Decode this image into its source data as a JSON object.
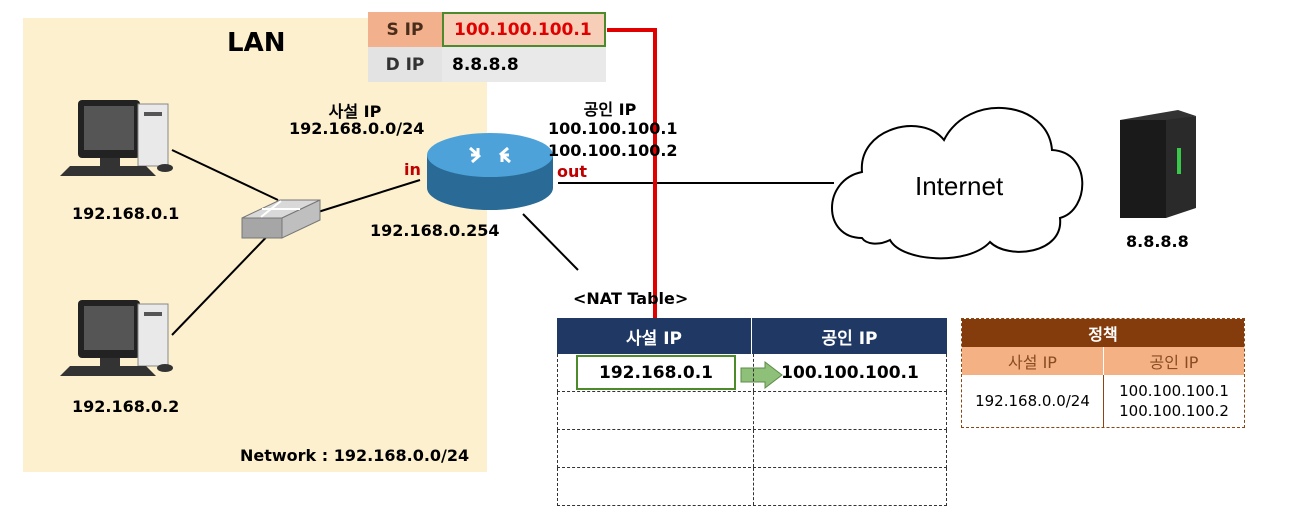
{
  "lan": {
    "title": "LAN",
    "network_label": "Network : 192.168.0.0/24"
  },
  "hosts": [
    {
      "ip": "192.168.0.1"
    },
    {
      "ip": "192.168.0.2"
    }
  ],
  "router": {
    "private_label": "사설 IP",
    "private_network": "192.168.0.0/24",
    "gateway_ip": "192.168.0.254",
    "in_label": "in",
    "out_label": "out",
    "public_label": "공인 IP",
    "public_ips": [
      "100.100.100.1",
      "100.100.100.2"
    ]
  },
  "packet": {
    "src_key": "S IP",
    "src_value": "100.100.100.1",
    "dst_key": "D IP",
    "dst_value": "8.8.8.8"
  },
  "internet": {
    "label": "Internet"
  },
  "server": {
    "ip": "8.8.8.8"
  },
  "nat_table": {
    "caption": "<NAT Table>",
    "headers": [
      "사설 IP",
      "공인 IP"
    ],
    "rows": [
      [
        "192.168.0.1",
        "100.100.100.1"
      ],
      [
        "",
        ""
      ],
      [
        "",
        ""
      ],
      [
        "",
        ""
      ]
    ]
  },
  "policy": {
    "title": "정책",
    "headers": [
      "사설 IP",
      "공인 IP"
    ],
    "private": "192.168.0.0/24",
    "public": [
      "100.100.100.1",
      "100.100.100.2"
    ]
  },
  "colors": {
    "lan_bg": "#fdf0cf",
    "highlight_red": "#e00000",
    "nat_header": "#1f3864",
    "policy_header": "#843c0c",
    "policy_subheader": "#f4b183",
    "arrow_green": "#8ec07a"
  }
}
